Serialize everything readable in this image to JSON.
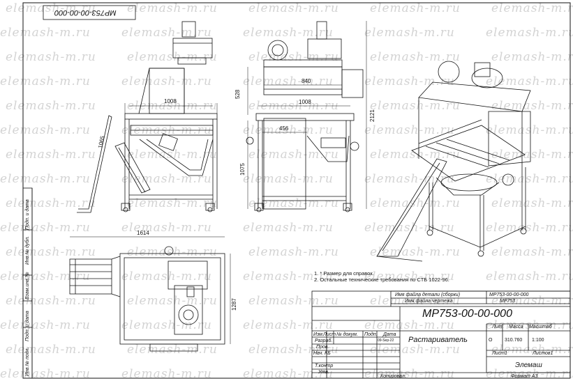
{
  "watermark": "elemash-m.ru",
  "stamp_top": "МР753-00-00-000",
  "dimensions": {
    "w1008_left": "1008",
    "w1065": "1065",
    "w528": "528",
    "w840": "840",
    "w1008_mid": "1008",
    "w456": "456",
    "h1075": "1075",
    "h2121": "2121",
    "w1614": "1614",
    "h1287": "1287"
  },
  "notes": [
    "1. * Размер для справок.",
    "2. Остальные технические требования по СТБ 1022-96."
  ],
  "title_block": {
    "file_detail_label": "Имя файла детали (сборки)",
    "file_detail_value": "МР753-00-00-000",
    "file_drawing_label": "Имя файла чертежа",
    "file_drawing_value": "МР753",
    "designation": "МР753-00-00-000",
    "name": "Растариватель",
    "company": "Элемаш",
    "lit_label": "Лит.",
    "lit_value": "О",
    "mass_label": "Масса",
    "mass_value": "310.760",
    "scale_label": "Масштаб",
    "scale_value": "1:100",
    "sheet_label": "Лист1",
    "sheets_label": "Листов1",
    "copied_label": "Копировал:",
    "format_label": "Формат А3",
    "col_izm": "Изм.",
    "col_list": "Лист",
    "col_ndoc": "№ докум.",
    "col_podp": "Подп.",
    "col_data": "Дата",
    "role_razrab": "Разраб.",
    "role_prov": "Пров.",
    "role_nach": "Нач. КБ",
    "role_tkontr": "Т.контр",
    "role_utv": "Утв.",
    "date_value": "09-Sep-22"
  },
  "side_strip": [
    "Инв.№ подл.",
    "Подп. и дата",
    "Взам.инв.№",
    "Инв.№ дубл.",
    "Подп. и дата"
  ]
}
